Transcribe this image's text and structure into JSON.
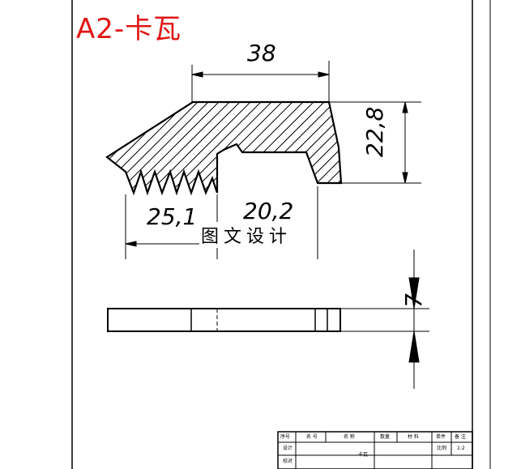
{
  "title": "A2-卡瓦",
  "dimensions": {
    "top_width": "38",
    "right_height": "22,8",
    "left_width": "25,1",
    "middle_width": "20,2",
    "thickness": "7"
  },
  "watermark": "图文设计",
  "title_block": {
    "headers": [
      "序号",
      "名 号",
      "名 称",
      "数量",
      "材 料",
      "单件",
      "备 注"
    ],
    "row_labels": [
      "设计",
      "校对"
    ],
    "part_name": "卡瓦",
    "scale_label": "比例",
    "scale_value": "1:2"
  },
  "colors": {
    "title": "#e01616",
    "lines": "#000000"
  }
}
